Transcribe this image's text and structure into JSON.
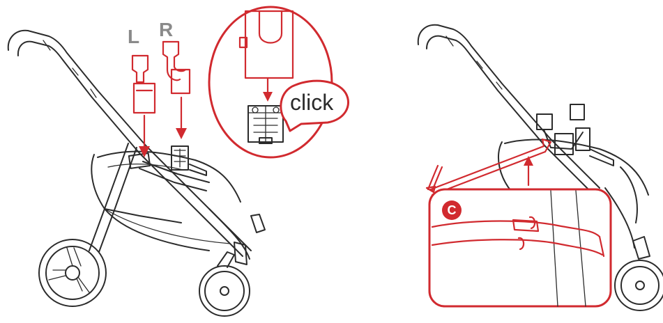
{
  "labels": {
    "left_label": "L",
    "right_label": "R",
    "click_text": "click",
    "step_badge": "C"
  },
  "colors": {
    "accent_red": "#d12a2f",
    "line": "#2b2b2b",
    "label_gray": "#8a8a8a"
  }
}
